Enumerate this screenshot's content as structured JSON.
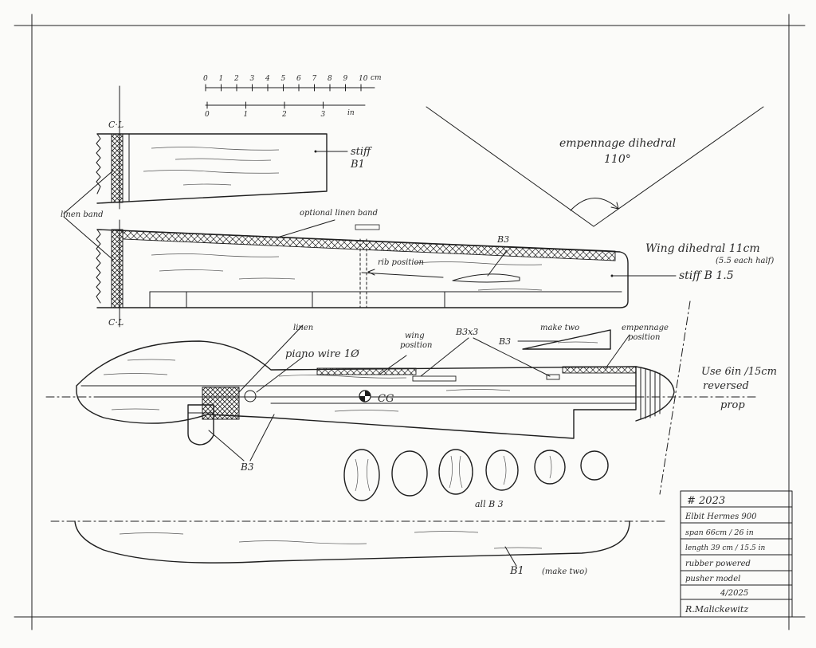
{
  "scale": {
    "cm_ticks": [
      "0",
      "1",
      "2",
      "3",
      "4",
      "5",
      "6",
      "7",
      "8",
      "9",
      "10"
    ],
    "cm_unit": "cm",
    "in_ticks": [
      "0",
      "1",
      "2",
      "3"
    ],
    "in_unit": "in"
  },
  "labels": {
    "cl_top": "C·L",
    "cl_bottom": "C·L",
    "stiff_b1": "stiff",
    "stiff_b1_code": "B1",
    "linen_band": "linen band",
    "optional_linen_band": "optional linen band",
    "b3_wing": "B3",
    "rib_position": "rib position",
    "wing_dihedral": "Wing dihedral 11cm",
    "wing_dihedral_sub": "(5.5 each half)",
    "stiff_b15": "stiff B 1.5",
    "empennage_dihedral": "empennage dihedral",
    "empennage_angle": "110°",
    "linen": "linen",
    "piano_wire": "piano wire 1Ø",
    "wing_position_1": "wing",
    "wing_position_2": "position",
    "b3x3": "B3x3",
    "make_two": "make two",
    "b3_tail": "B3",
    "empennage_position_1": "empennage",
    "empennage_position_2": "position",
    "prop_1": "Use 6in /15cm",
    "prop_2": "reversed",
    "prop_3": "prop",
    "cg": "CG",
    "b3_fuselage": "B3",
    "all_b3": "all B 3",
    "b1_make_two": "B1",
    "b1_make_two_note": "(make two)"
  },
  "title_block": {
    "number": "# 2023",
    "name": "Elbit Hermes 900",
    "span": "span 66cm / 26 in",
    "length": "length 39 cm / 15.5 in",
    "type_1": "rubber powered",
    "type_2": "pusher model",
    "date": "4/2025",
    "signature": "R.Malickewitz"
  },
  "icons": {
    "cg_symbol": "cg-target-icon",
    "wire_hook": "wire-hook-icon"
  },
  "colors": {
    "ink": "#1e1e1e",
    "paper": "#fbfbf9"
  }
}
